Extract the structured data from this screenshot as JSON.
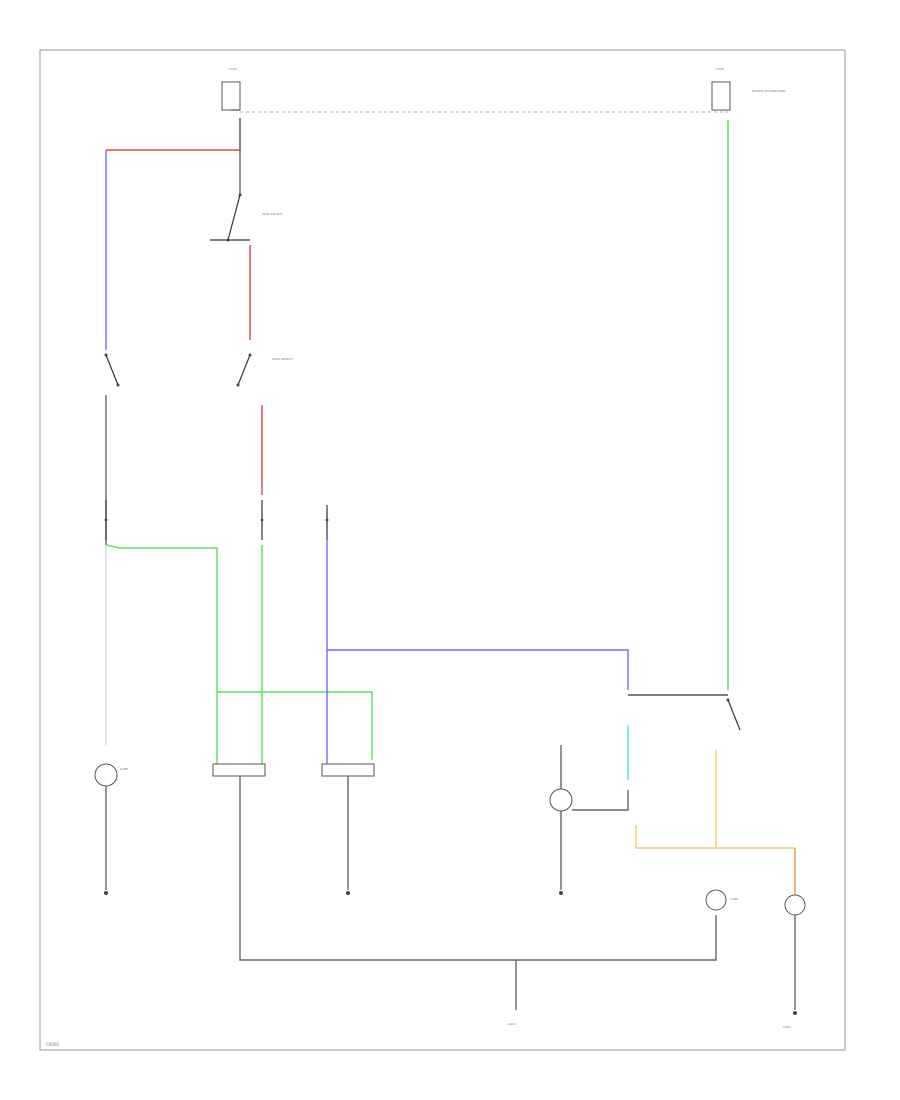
{
  "colors": {
    "red": "#d94a4a",
    "blue": "#6c6cff",
    "green": "#5fdc5f",
    "yellow": "#f2cf6b",
    "orange": "#ef9a3a",
    "cyan": "#4fe0e0",
    "black": "#666666"
  },
  "labels": {
    "top_left_fuse": "FUSE",
    "top_right_fuse": "FUSE",
    "right_junction": "POWER DISTRIBUTION",
    "park_switch": "PARK SWITCH",
    "stop_switch": "STOP SWITCH",
    "left_lamp": "LAMP",
    "rt_lamp": "LAMP",
    "bottom_ground": "G201",
    "right_ground": "G301",
    "corner_stamp": "C0000"
  },
  "icons": {
    "ground": "ground-symbol",
    "lamp": "lamp-circle",
    "switch": "switch-symbol"
  }
}
